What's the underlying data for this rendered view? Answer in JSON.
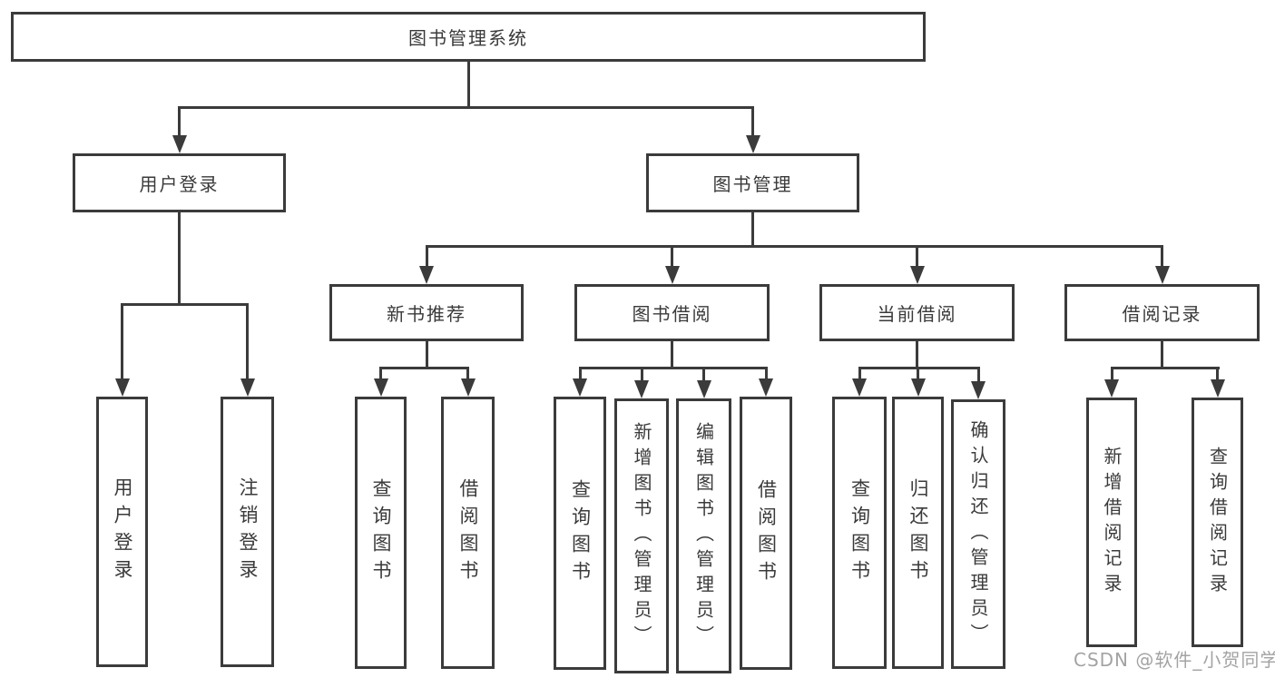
{
  "nodes": {
    "root": "图书管理系统",
    "user_login": "用户登录",
    "book_mgmt": "图书管理",
    "new_book_rec": "新书推荐",
    "book_borrow": "图书借阅",
    "current_borrow": "当前借阅",
    "borrow_records": "借阅记录",
    "ul_user_login": "用户登录",
    "ul_logout": "注销登录",
    "nr_query_books": "查询图书",
    "nr_borrow_books": "借阅图书",
    "bb_query_books": "查询图书",
    "bb_add_books": "新增图书（管理员）",
    "bb_edit_books": "编辑图书（管理员）",
    "bb_borrow_books": "借阅图书",
    "cb_query_books": "查询图书",
    "cb_return_books": "归还图书",
    "cb_confirm_return": "确认归还（管理员）",
    "br_add_record": "新增借阅记录",
    "br_query_record": "查询借阅记录"
  },
  "watermark": "CSDN @软件_小贺同学",
  "colors": {
    "line": "#3b3b3b",
    "text": "#3a3a3a",
    "background": "#ffffff",
    "watermark": "#a3a3a3"
  }
}
